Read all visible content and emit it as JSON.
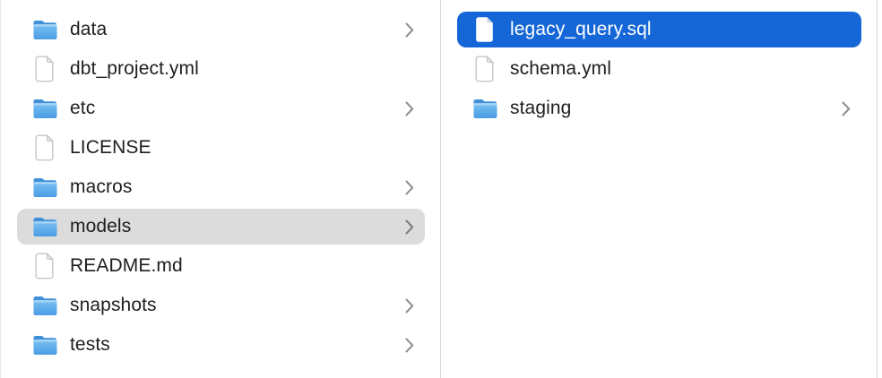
{
  "app": "finder-column-view",
  "colors": {
    "selection_blue": "#1567d8",
    "selection_gray": "#dcdcdc",
    "divider": "#d9d9d9",
    "divider_light": "#e6e6e6",
    "chevron": "#8f8f8f",
    "folder_top": "#7cc2f2",
    "folder_bottom": "#4d9ce4",
    "folder_tab": "#4090d9",
    "text": "#1e1e1e",
    "selected_text": "#ffffff"
  },
  "columns": [
    {
      "name": "parent-folder-column",
      "items": [
        {
          "label": "data",
          "icon": "blue-folder-icon",
          "has_chevron": true,
          "selected": null
        },
        {
          "label": "dbt_project.yml",
          "icon": "document-icon",
          "has_chevron": false,
          "selected": null
        },
        {
          "label": "etc",
          "icon": "blue-folder-icon",
          "has_chevron": true,
          "selected": null
        },
        {
          "label": "LICENSE",
          "icon": "document-icon",
          "has_chevron": false,
          "selected": null
        },
        {
          "label": "macros",
          "icon": "blue-folder-icon",
          "has_chevron": true,
          "selected": null
        },
        {
          "label": "models",
          "icon": "blue-folder-icon",
          "has_chevron": true,
          "selected": "gray"
        },
        {
          "label": "README.md",
          "icon": "document-icon",
          "has_chevron": false,
          "selected": null
        },
        {
          "label": "snapshots",
          "icon": "blue-folder-icon",
          "has_chevron": true,
          "selected": null
        },
        {
          "label": "tests",
          "icon": "blue-folder-icon",
          "has_chevron": true,
          "selected": null
        }
      ]
    },
    {
      "name": "models-folder-column",
      "items": [
        {
          "label": "legacy_query.sql",
          "icon": "document-icon",
          "has_chevron": false,
          "selected": "blue"
        },
        {
          "label": "schema.yml",
          "icon": "document-icon",
          "has_chevron": false,
          "selected": null
        },
        {
          "label": "staging",
          "icon": "blue-folder-icon",
          "has_chevron": true,
          "selected": null
        }
      ]
    }
  ]
}
